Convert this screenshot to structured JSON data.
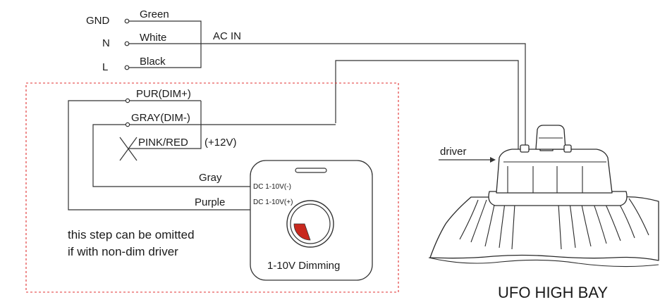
{
  "wiring": {
    "terminals": [
      "GND",
      "N",
      "L"
    ],
    "wire_colors": [
      "Green",
      "White",
      "Black"
    ],
    "ac_in": "AC IN"
  },
  "dim_section": {
    "pur": "PUR(DIM+)",
    "gray_dim": "GRAY(DIM-)",
    "pink_red": "PINK/RED",
    "plus12v": "(+12V)",
    "wire_gray": "Gray",
    "wire_purple": "Purple",
    "note_line1": "this step can be omitted",
    "note_line2": "if with non-dim driver",
    "border_color": "#e03030"
  },
  "dimmer": {
    "dc_minus": "DC 1-10V(-)",
    "dc_plus": "DC 1-10V(+)",
    "title": "1-10V Dimming",
    "knob_color": "#c8281e"
  },
  "fixture": {
    "driver_label": "driver",
    "product_name": "UFO HIGH BAY"
  }
}
